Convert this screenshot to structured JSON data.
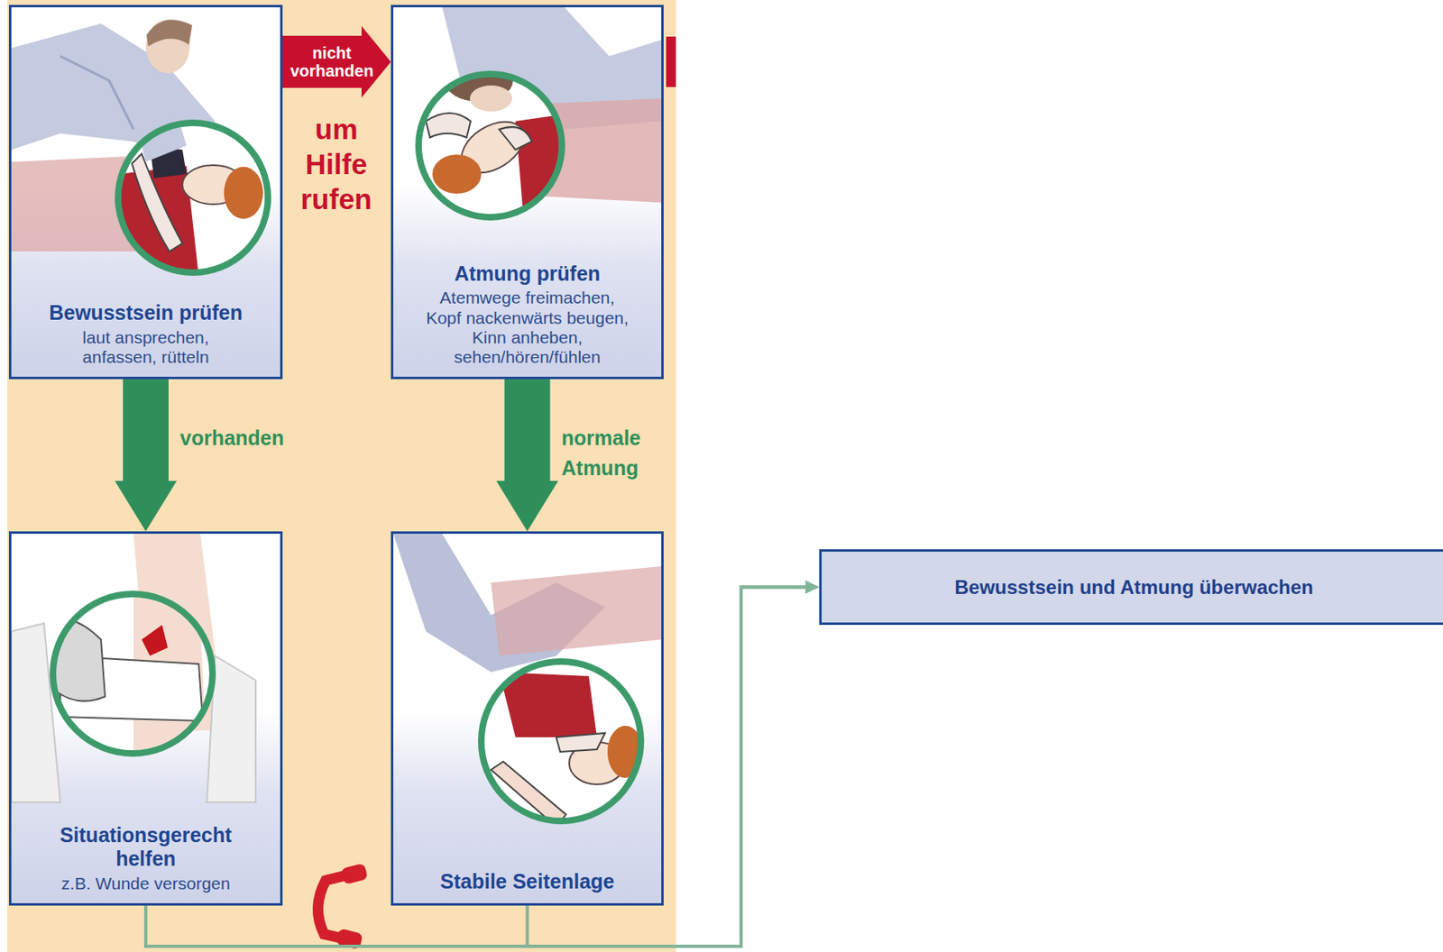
{
  "diagram": {
    "nodes": [
      {
        "text": [
          "Bewusstsein prüfen",
          "laut ansprechen, anfassen, rütteln"
        ]
      },
      {
        "text": [
          "Atmung prüfen",
          "Atemwege freimachen, Kopf nackenwärts beugen, Kinn anheben, sehen/hören/fühlen"
        ]
      },
      {
        "text": [
          "Situationsgerecht helfen",
          "z.B. Wunde versorgen"
        ]
      },
      {
        "text": [
          "Stabile Seitenlage"
        ]
      },
      {
        "text": [
          "Bewusstsein und Atmung überwachen"
        ]
      }
    ],
    "edges": [
      {
        "from": 0,
        "to": 1,
        "arrow": "to",
        "label": "nicht vorhanden"
      },
      {
        "from": 0,
        "to": 2,
        "arrow": "to",
        "label": "vorhanden"
      },
      {
        "from": 1,
        "to": 3,
        "arrow": "to",
        "label": "normale Atmung"
      },
      {
        "from": 2,
        "to": 4,
        "arrow": "to"
      },
      {
        "from": 3,
        "to": 4,
        "arrow": "to"
      }
    ],
    "labels": [
      "um Hilfe rufen"
    ]
  }
}
